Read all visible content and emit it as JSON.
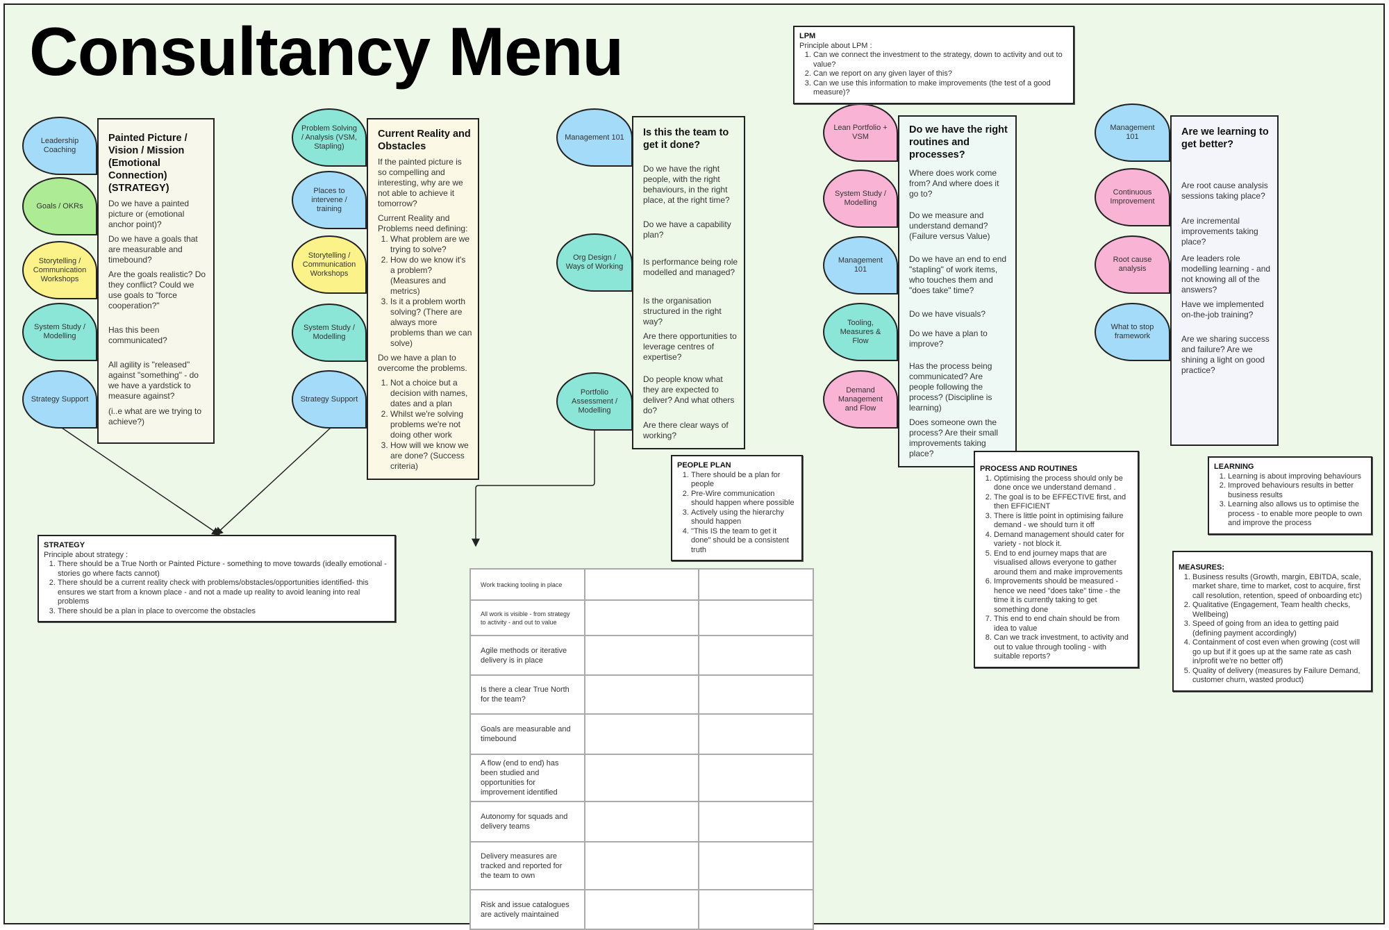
{
  "title": "Consultancy Menu",
  "columns": [
    {
      "card_title": "Painted Picture / Vision / Mission (Emotional Connection) (STRATEGY)",
      "card_color": "#f7f8eb",
      "bubbles": [
        {
          "label": "Leadership Coaching",
          "color": "#a3dbf9"
        },
        {
          "label": "Goals / OKRs",
          "color": "#aeeb95"
        },
        {
          "label": "Storytelling / Communication Workshops",
          "color": "#fbf28a"
        },
        {
          "label": "System Study / Modelling",
          "color": "#8ce6d8"
        },
        {
          "label": "Strategy Support",
          "color": "#a3dbf9"
        }
      ],
      "paragraphs": [
        {
          "text": "Do we have a painted picture or (emotional anchor point)?"
        },
        {
          "text": "Do we have a goals that are measurable and timebound?"
        },
        {
          "text": "Are the goals realistic? Do they conflict? Could we use goals to \"force cooperation?\""
        },
        {
          "text": "Has this been communicated?"
        },
        {
          "text": "All agility is \"released\" against \"something\" - do we have a yardstick to measure against?"
        },
        {
          "text": "(i..e what are we trying to achieve?)"
        }
      ]
    },
    {
      "card_title": "Current Reality and Obstacles",
      "card_color": "#fbf9e6",
      "bubbles": [
        {
          "label": "Problem Solving / Analysis (VSM, Stapling)",
          "color": "#8ce6d8"
        },
        {
          "label": "Places to intervene / training",
          "color": "#a3dbf9"
        },
        {
          "label": "Storytelling / Communication Workshops",
          "color": "#fbf28a"
        },
        {
          "label": "System Study / Modelling",
          "color": "#8ce6d8"
        },
        {
          "label": "Strategy Support",
          "color": "#a3dbf9"
        }
      ],
      "paragraphs": [
        {
          "text": "If the painted picture is so compelling and interesting, why are we not able to achieve it tomorrow?"
        },
        {
          "text": "Current Reality and Problems need defining:",
          "items": [
            "What problem are we trying to solve?",
            "How do we know it's a problem? (Measures and metrics)",
            "Is it a problem worth solving? (There are always more problems than we can solve)"
          ]
        },
        {
          "text": "Do we have a plan to overcome the problems."
        },
        {
          "items": [
            "Not a choice but a decision with names, dates and a plan",
            "Whilst we're solving problems we're not doing other work",
            "How will we know we are done? (Success criteria)"
          ]
        }
      ]
    },
    {
      "card_title": "Is this the team to get it done?",
      "card_color": "#eef8e9",
      "bubbles": [
        {
          "label": "Management 101",
          "color": "#a3dbf9"
        },
        {
          "label": "Org Design / Ways of Working",
          "color": "#8ce6d8"
        },
        {
          "label": "Portfolio Assessment / Modelling",
          "color": "#8ce6d8"
        }
      ],
      "paragraphs": [
        {
          "text": "Do we have the right people, with the right behaviours, in the right place, at the right time?"
        },
        {
          "text": "Do we have a capability plan?"
        },
        {
          "text": "Is performance being role modelled and managed?"
        },
        {
          "text": "Is the organisation structured in the right way?"
        },
        {
          "text": "Are there opportunities to leverage centres of expertise?"
        },
        {
          "text": "Do people know what they are expected to deliver? And what others do?"
        },
        {
          "text": "Are there clear ways of working?"
        }
      ]
    },
    {
      "card_title": "Do we have the right routines and processes?",
      "card_color": "#eef9f5",
      "bubbles": [
        {
          "label": "Lean Portfolio + VSM",
          "color": "#f8b3d5"
        },
        {
          "label": "System Study / Modelling",
          "color": "#f8b3d5"
        },
        {
          "label": "Management 101",
          "color": "#a3dbf9"
        },
        {
          "label": "Tooling, Measures & Flow",
          "color": "#8ce6d8"
        },
        {
          "label": "Demand Management and Flow",
          "color": "#f8b3d5"
        }
      ],
      "paragraphs": [
        {
          "text": "Where does work come from? And where does it go to?"
        },
        {
          "text": "Do we measure and understand demand? (Failure versus Value)"
        },
        {
          "text": "Do we have an end to end \"stapling\" of work items, who touches them and \"does take\" time?"
        },
        {
          "text": "Do we have visuals?"
        },
        {
          "text": "Do we have a plan to improve?"
        },
        {
          "text": "Has the process being communicated? Are people following the process? (Discipline is learning)"
        },
        {
          "text": "Does someone own the process? Are their small improvements taking place?"
        }
      ]
    },
    {
      "card_title": "Are we learning to get better?",
      "card_color": "#f4f5fb",
      "bubbles": [
        {
          "label": "Management 101",
          "color": "#a3dbf9"
        },
        {
          "label": "Continuous Improvement",
          "color": "#f8b3d5"
        },
        {
          "label": "Root cause analysis",
          "color": "#f8b3d5"
        },
        {
          "label": "What to stop framework",
          "color": "#a3dbf9"
        }
      ],
      "paragraphs": [
        {
          "text": "Are root cause analysis sessions taking place?"
        },
        {
          "text": "Are incremental improvements taking place?"
        },
        {
          "text": "Are leaders role modelling learning - and not knowing all of the answers?"
        },
        {
          "text": "Have we implemented on-the-job training?"
        },
        {
          "text": "Are we sharing success and failure? Are we shining a light on good practice?"
        }
      ]
    }
  ],
  "notes": {
    "lpm": {
      "title": "LPM",
      "intro": "Principle about LPM :",
      "items": [
        "Can we connect the investment to the strategy, down to activity and out to value?",
        "Can we report on any given layer of this?",
        "Can we use this information to make improvements (the test of a good measure)?"
      ]
    },
    "strategy": {
      "title": "STRATEGY",
      "intro": "Principle about strategy :",
      "items": [
        "There should be a True North or Painted Picture - something to move towards (ideally emotional - stories go where facts cannot)",
        "There should be a current reality check with problems/obstacles/opportunities identified- this ensures we start from a known place - and not a made up reality to avoid leaning into real problems",
        "There should be a plan in place to overcome the obstacles"
      ]
    },
    "people_plan": {
      "title": "PEOPLE PLAN",
      "items": [
        "There should be a plan for people",
        "Pre-Wire communication should happen where possible",
        "Actively using the hierarchy should happen",
        "\"This IS the team to get it done\" should be a consistent truth"
      ]
    },
    "process": {
      "title": "PROCESS AND ROUTINES",
      "items": [
        "Optimising the process should only be done once we understand demand .",
        "The goal is to be EFFECTIVE first, and then EFFICIENT",
        "There is little point in optimising failure demand - we should turn it off",
        "Demand management should cater for variety - not block it.",
        "End to end journey maps that are visualised allows everyone to gather around them and make improvements",
        "Improvements should be measured - hence we need \"does take\" time - the time it is currently taking to get something done",
        "This end to end chain should be from idea to value",
        "Can we track investment, to activity and out to value through tooling - with suitable reports?"
      ]
    },
    "learning": {
      "title": "LEARNING",
      "items": [
        "Learning is about improving behaviours",
        "Improved behaviours results in better business results",
        "Learning also allows us to optimise the process - to enable more people to own and improve the process"
      ]
    },
    "measures": {
      "title": "MEASURES:",
      "items": [
        "Business results (Growth, margin, EBITDA, scale, market share, time to market, cost to acquire, first call resolution, retention, speed of onboarding etc)",
        "Qualitative (Engagement, Team health checks, Wellbeing)",
        "Speed of going from an idea to getting paid (defining payment accordingly)",
        "Containment of cost even when growing (cost will go up but if it goes up at the same rate as cash in/profit we're no better off)",
        "Quality of delivery (measures by Failure Demand, customer churn, wasted product)"
      ]
    }
  },
  "checklist": {
    "rows": [
      "Work tracking tooling in place",
      "All work is visible - from strategy to activity - and out to value",
      "Agile methods or iterative delivery is in place",
      "Is there a clear True North for the team?",
      "Goals are measurable and timebound",
      "A flow (end to end) has been studied and opportunities for improvement identified",
      "Autonomy for squads and delivery teams",
      "Delivery measures are tracked and reported for the team to own",
      "Risk and issue catalogues are actively maintained"
    ]
  }
}
